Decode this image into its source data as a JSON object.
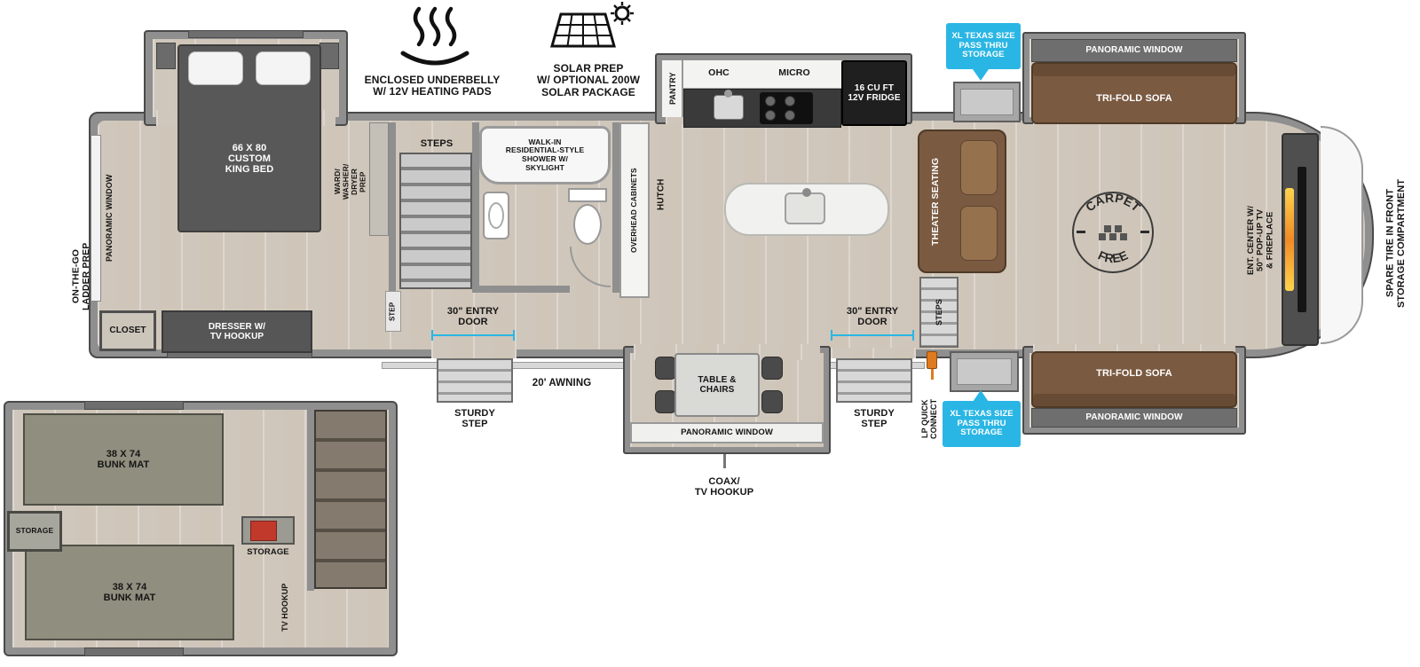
{
  "colors": {
    "callout_blue": "#2ab6e4",
    "wall_gray": "#8f8f8f",
    "floor_wood": "#dad3c9",
    "sofa_brown": "#7a5a41",
    "appliance_dark": "#3a3a3a",
    "fireplace_orange": "#f08a24",
    "storage_red": "#c0392b"
  },
  "icons": {
    "heating_pads": "heating-pads-icon",
    "solar_prep": "solar-panel-sun-icon",
    "carpet_free": "carpet-free-badge",
    "lp_connect": "lp-quick-connect-icon",
    "fireplace": "fireplace-glow-icon",
    "stove": "stove-burners-icon",
    "toilet": "toilet-icon",
    "sink": "sink-icon"
  },
  "labels": {
    "underbelly_note": "ENCLOSED UNDERBELLY\nW/ 12V HEATING PADS",
    "solar_note": "SOLAR PREP\nW/ OPTIONAL 200W\nSOLAR PACKAGE",
    "pass_thru": "XL TEXAS SIZE\nPASS THRU\nSTORAGE",
    "panoramic_window": "PANORAMIC WINDOW",
    "tri_fold_sofa": "TRI-FOLD SOFA",
    "theater_seating": "THEATER SEATING",
    "steps": "STEPS",
    "step": "STEP",
    "carpet_word": "CARPET",
    "free_word": "FREE",
    "ent_center": "ENT. CENTER W/\n50\" POP-UP TV\n& FIREPLACE",
    "spare_tire": "SPARE TIRE IN FRONT\nSTORAGE COMPARTMENT",
    "fridge": "16 CU FT\n12V FRIDGE",
    "micro": "MICRO",
    "ohc": "OHC",
    "pantry": "PANTRY",
    "hutch": "HUTCH",
    "overhead_cabinets": "OVERHEAD CABINETS",
    "shower": "WALK-IN\nRESIDENTIAL-STYLE\nSHOWER W/\nSKYLIGHT",
    "king_bed": "66 X 80\nCUSTOM\nKING BED",
    "ward_prep": "WARD/\nWASHER/\nDRYER\nPREP",
    "dresser": "DRESSER W/\nTV HOOKUP",
    "closet": "CLOSET",
    "ladder_prep": "ON-THE-GO\nLADDER PREP",
    "entry_door": "30\" ENTRY\nDOOR",
    "sturdy_step": "STURDY\nSTEP",
    "awning": "20' AWNING",
    "table_chairs": "TABLE &\nCHAIRS",
    "coax": "COAX/\nTV HOOKUP",
    "lp_connect": "LP QUICK\nCONNECT",
    "bunk_mat": "38 X 74\nBUNK MAT",
    "storage": "STORAGE",
    "tv_hookup": "TV HOOKUP"
  }
}
